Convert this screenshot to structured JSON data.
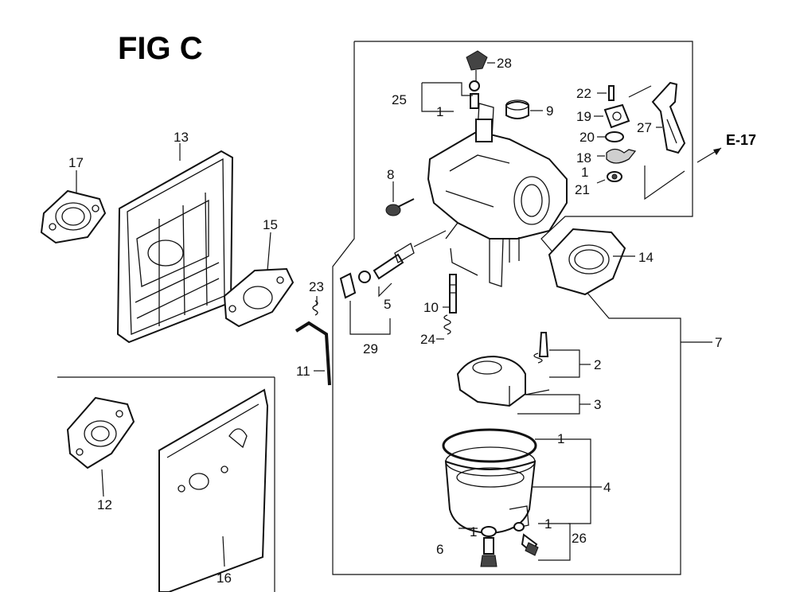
{
  "figure": {
    "title": "FIG C",
    "reference": "E-17"
  },
  "callouts": {
    "c1a": "1",
    "c1b": "1",
    "c1c": "1",
    "c1d": "1",
    "c1e": "1",
    "c2": "2",
    "c3": "3",
    "c4": "4",
    "c5": "5",
    "c6": "6",
    "c7": "7",
    "c8": "8",
    "c9": "9",
    "c10": "10",
    "c11": "11",
    "c12": "12",
    "c13": "13",
    "c14": "14",
    "c15": "15",
    "c16": "16",
    "c17": "17",
    "c18": "18",
    "c19": "19",
    "c20": "20",
    "c21": "21",
    "c22": "22",
    "c23": "23",
    "c24": "24",
    "c25": "25",
    "c26": "26",
    "c27": "27",
    "c28": "28",
    "c29": "29"
  }
}
